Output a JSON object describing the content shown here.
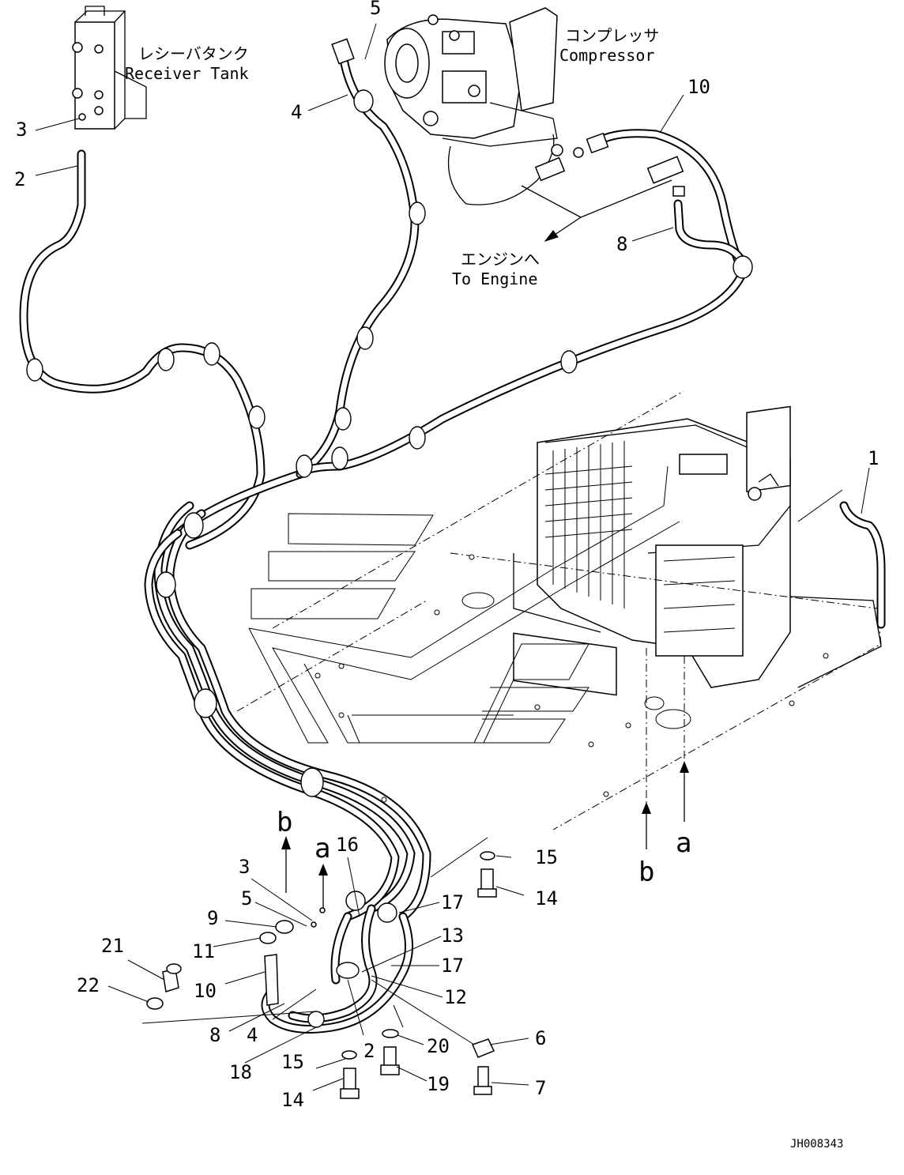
{
  "title_block": {
    "drawing_code": "JH008343"
  },
  "labels": {
    "receiver_tank_jp": "レシーバタンク",
    "receiver_tank_en": "Receiver Tank",
    "compressor_jp": "コンプレッサ",
    "compressor_en": "Compressor",
    "to_engine_jp": "エンジンへ",
    "to_engine_en": "To Engine"
  },
  "view_arrows": {
    "a": "a",
    "b": "b"
  },
  "callouts": {
    "c1": "1",
    "c2_top": "2",
    "c2_bottom": "2",
    "c3_top": "3",
    "c3_bottom": "3",
    "c4_top": "4",
    "c4_bottom": "4",
    "c5_top": "5",
    "c5_bottom": "5",
    "c6": "6",
    "c7": "7",
    "c8_top": "8",
    "c8_bottom": "8",
    "c9": "9",
    "c10_top": "10",
    "c10_bottom": "10",
    "c11": "11",
    "c12": "12",
    "c13": "13",
    "c14_right": "14",
    "c14_bottom": "14",
    "c15_right": "15",
    "c15_bottom": "15",
    "c16": "16",
    "c17_a": "17",
    "c17_b": "17",
    "c18": "18",
    "c19": "19",
    "c20": "20",
    "c21": "21",
    "c22": "22"
  }
}
